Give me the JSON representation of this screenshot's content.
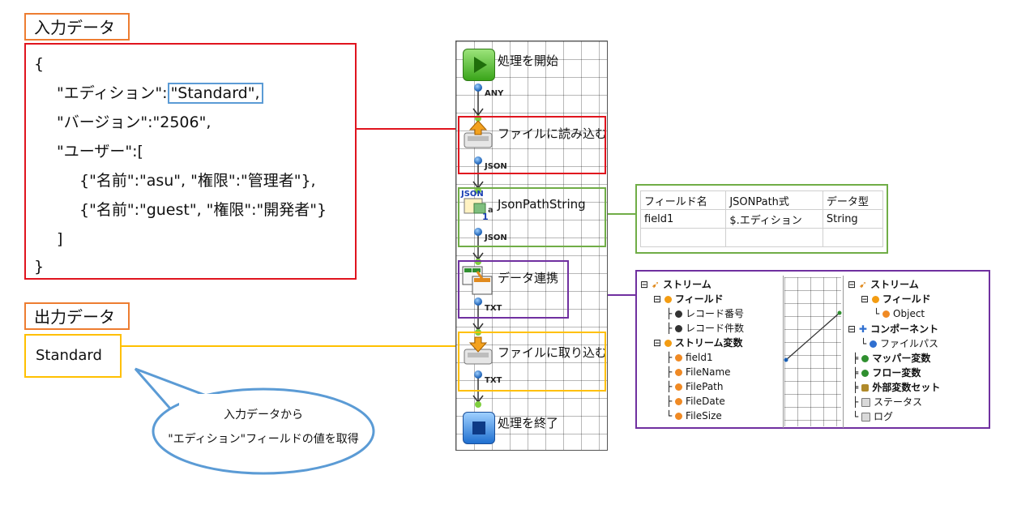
{
  "input_section": {
    "title": "入力データ"
  },
  "json_code": {
    "lines": [
      "{",
      "\"エディション\":",
      "\"Standard\",",
      "\"バージョン\":\"2506\",",
      "\"ユーザー\":[",
      "{\"名前\":\"asu\", \"権限\":\"管理者\"},",
      "{\"名前\":\"guest\", \"権限\":\"開発者\"}",
      "]",
      "}"
    ]
  },
  "output_section": {
    "title": "出力データ",
    "value": "Standard"
  },
  "speech_bubble": {
    "line1": "入力データから",
    "line2": "\"エディション\"フィールドの値を取得"
  },
  "flow": {
    "nodes": [
      {
        "label": "処理を開始"
      },
      {
        "label": "ファイルに読み込む"
      },
      {
        "label": "JsonPathString"
      },
      {
        "label": "データ連携"
      },
      {
        "label": "ファイルに取り込む"
      },
      {
        "label": "処理を終了"
      }
    ],
    "ports": [
      "ANY",
      "JSON",
      "JSON",
      "TXT",
      "TXT"
    ],
    "json_icon_text": "JSON"
  },
  "jsonpath_table": {
    "headers": [
      "フィールド名",
      "JSONPath式",
      "データ型"
    ],
    "row": [
      "field1",
      "$.エディション",
      "String"
    ]
  },
  "mapper": {
    "left": {
      "stream": "ストリーム",
      "field": "フィールド",
      "record_no": "レコード番号",
      "record_count": "レコード件数",
      "stream_vars": "ストリーム変数",
      "vars": [
        "field1",
        "FileName",
        "FilePath",
        "FileDate",
        "FileSize"
      ]
    },
    "right": {
      "stream": "ストリーム",
      "field": "フィールド",
      "object": "Object",
      "component": "コンポーネント",
      "filepath": "ファイルパス",
      "mapper_var": "マッパー変数",
      "flow_var": "フロー変数",
      "ext_var_set": "外部変数セット",
      "status": "ステータス",
      "log": "ログ"
    }
  },
  "colors": {
    "input": "#e0141e",
    "highlight": "#5b9bd5",
    "json_table": "#70ad47",
    "mapper": "#7030a0",
    "output": "#ffc000",
    "section_title": "#ed7d31"
  }
}
